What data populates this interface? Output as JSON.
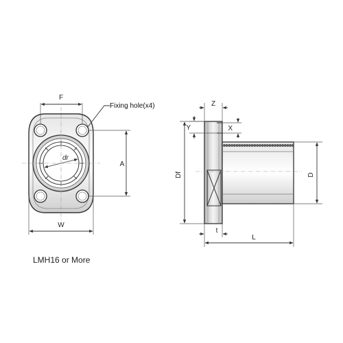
{
  "front_view": {
    "dim_F": "F",
    "dim_A": "A",
    "dim_W": "W",
    "dim_dr": "dr",
    "callout": "Fixing hole(x4)"
  },
  "side_view": {
    "dim_Z": "Z",
    "dim_Y": "Y",
    "dim_X": "X",
    "dim_Df": "Df",
    "dim_D": "D",
    "dim_t": "t",
    "dim_L": "L"
  },
  "caption": "LMH16 or More"
}
